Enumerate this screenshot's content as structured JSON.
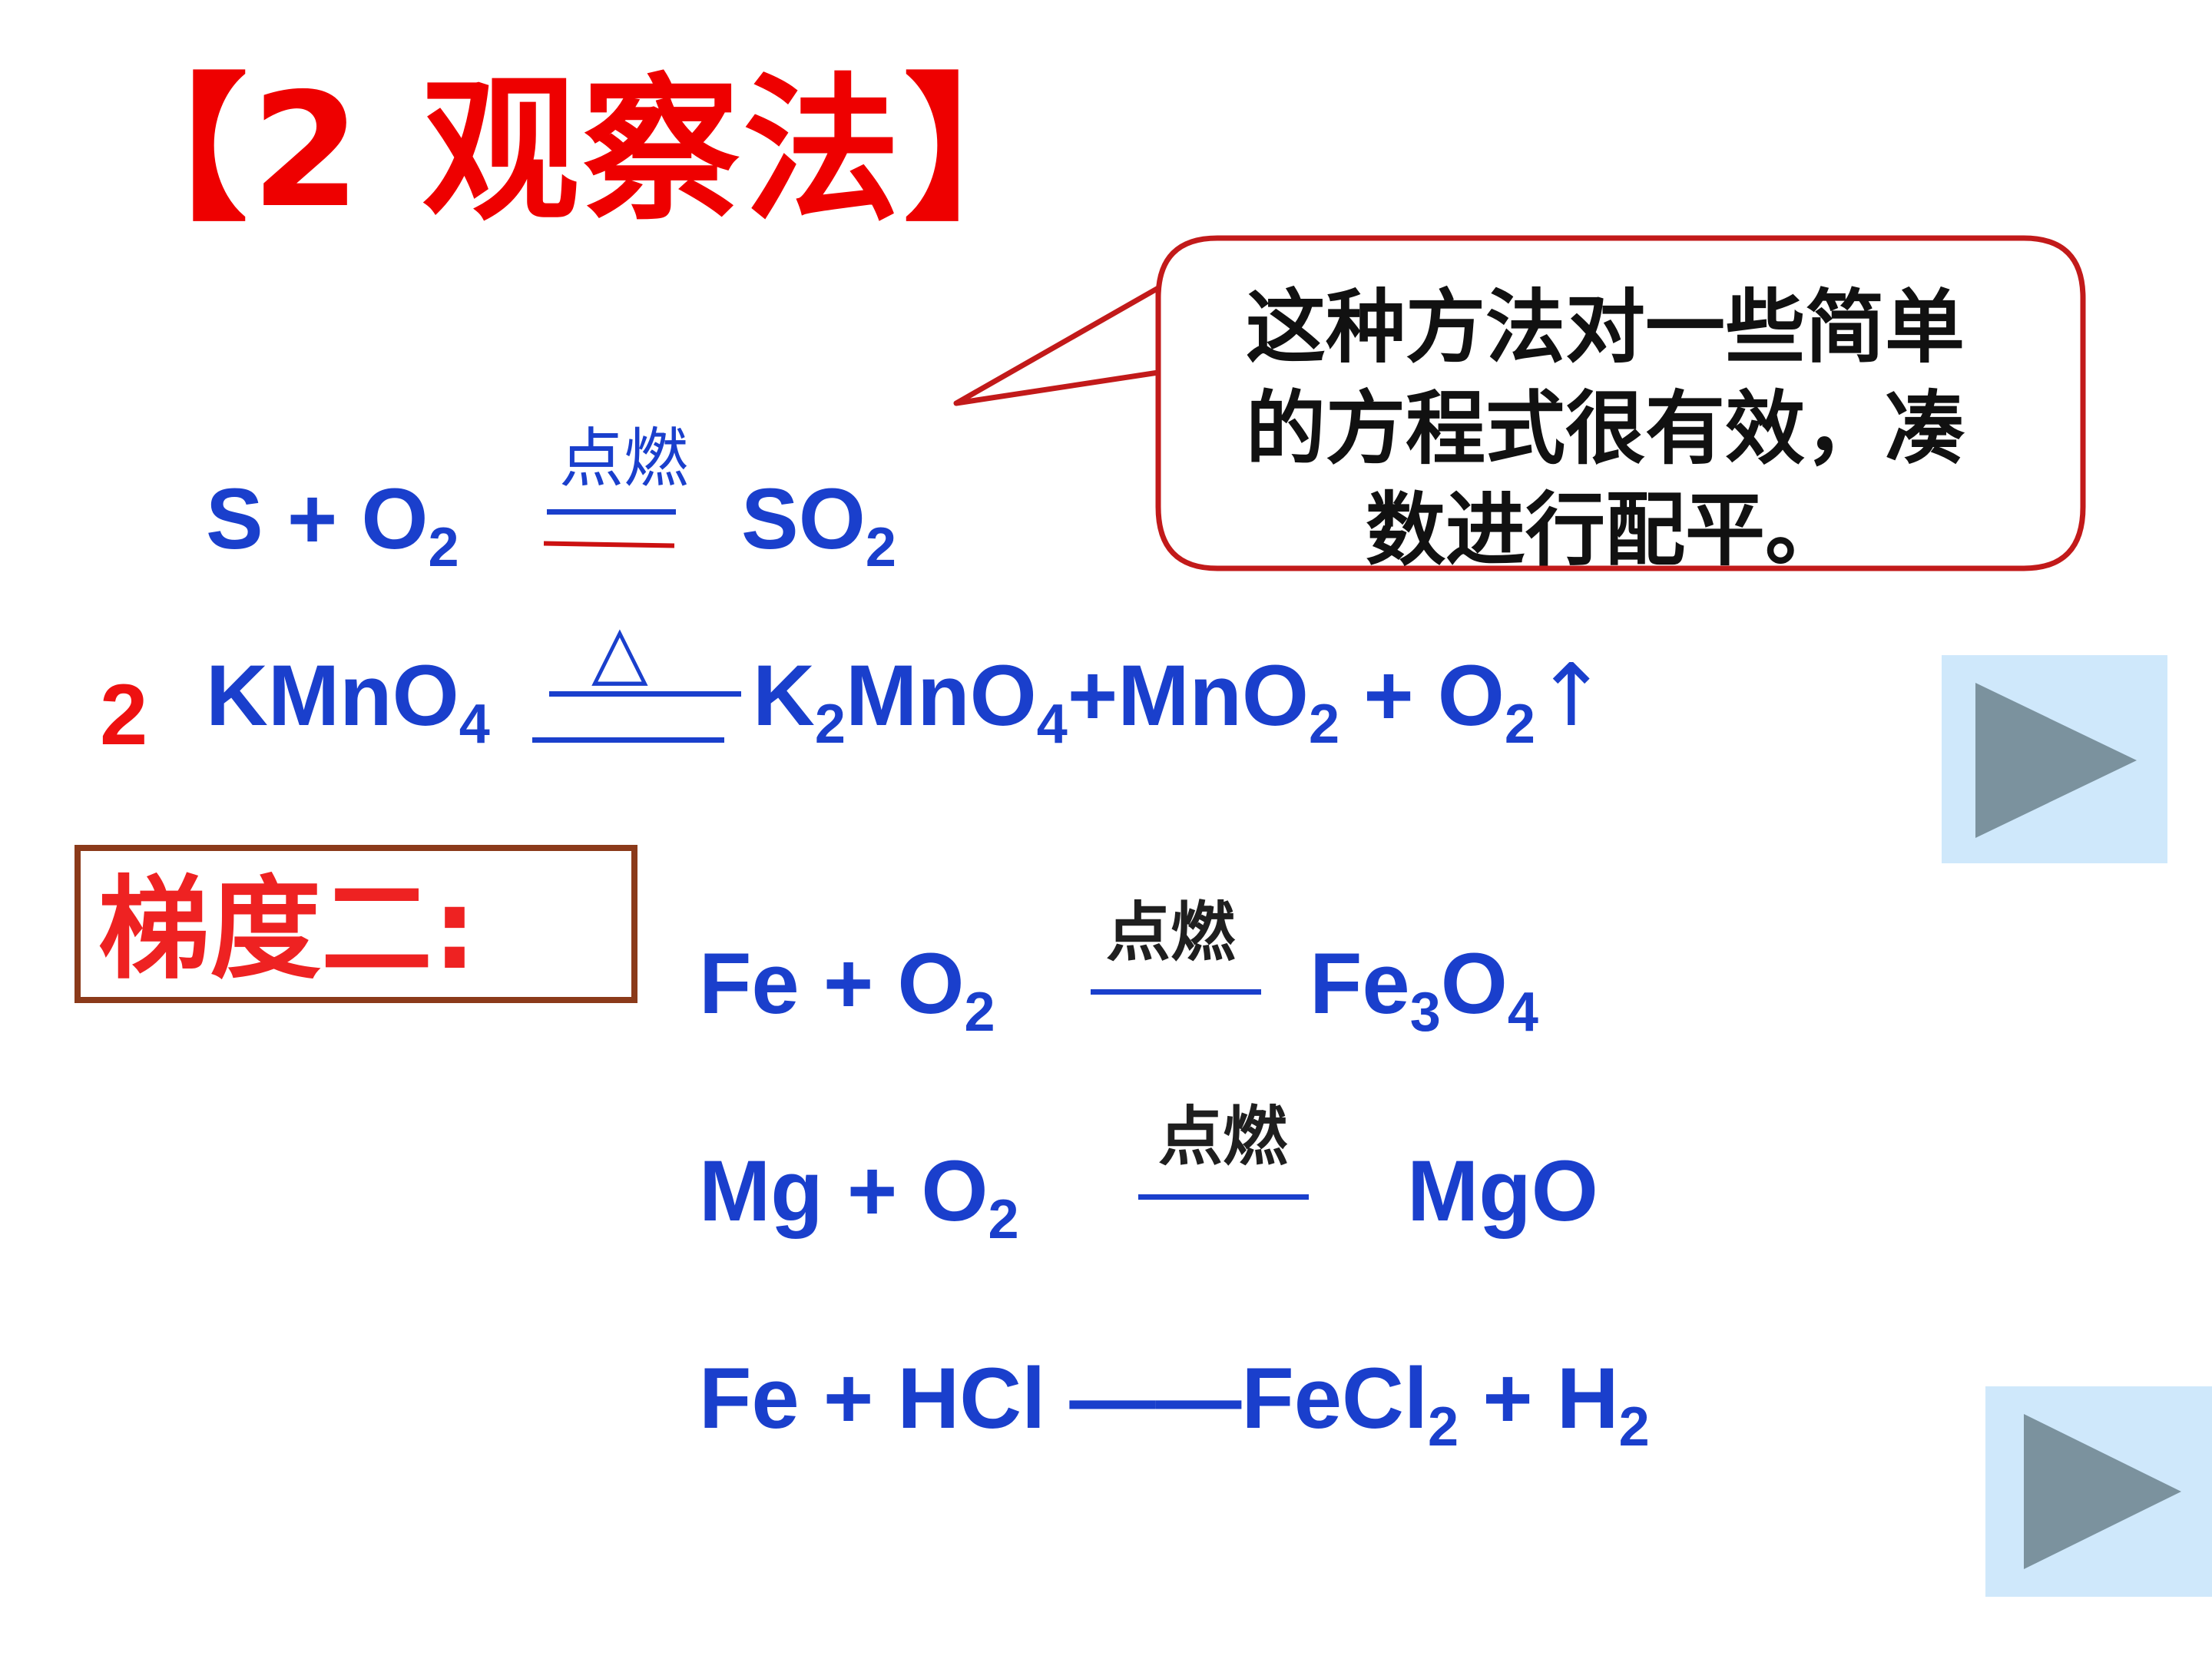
{
  "title": "【2 观察法】",
  "callout": {
    "lines": [
      "这种方法对一些简单",
      "的方程式很有效，凑",
      "数进行配平。"
    ]
  },
  "equations": {
    "eq1": {
      "left": "S  + O",
      "left_sub": "2",
      "condition": "点燃",
      "right": "SO",
      "right_sub": "2"
    },
    "eq2": {
      "coefficient": "2",
      "reactant": "KMnO",
      "reactant_sub": "4",
      "condition": "△",
      "p1": "K",
      "p1_sub": "2",
      "p2": "MnO",
      "p2_sub": "4",
      "p3": "+MnO",
      "p3_sub": "2",
      "p4": " +  O",
      "p4_sub": "2",
      "arrow": "↑"
    }
  },
  "gradient_label": "梯度二:",
  "gradient_equations": {
    "fe_o2": {
      "left": "Fe +   O",
      "left_sub": "2",
      "condition": "点燃",
      "r1": "Fe",
      "r1_sub": "3",
      "r2": "O",
      "r2_sub": "4"
    },
    "mg_o2": {
      "left": "Mg  +  O",
      "left_sub": "2",
      "condition": "点燃",
      "right": "MgO"
    },
    "fe_hcl": {
      "left": "Fe  +    HCl ——FeCl",
      "left_sub": "2",
      "right": " +  H",
      "right_sub": "2"
    }
  },
  "nav": {
    "icon": "play-triangle",
    "button_color": "#cfe8fb",
    "triangle_color": "#7b929e"
  }
}
